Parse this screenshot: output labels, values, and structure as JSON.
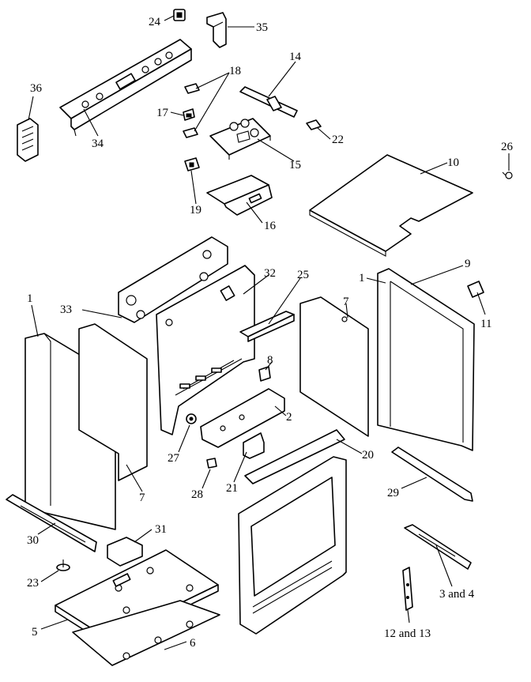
{
  "diagram": {
    "callouts": [
      {
        "id": "c1a",
        "label": "1"
      },
      {
        "id": "c1b",
        "label": "1"
      },
      {
        "id": "c2",
        "label": "2"
      },
      {
        "id": "c3",
        "label": "3 and 4"
      },
      {
        "id": "c5",
        "label": "5"
      },
      {
        "id": "c6",
        "label": "6"
      },
      {
        "id": "c7a",
        "label": "7"
      },
      {
        "id": "c7b",
        "label": "7"
      },
      {
        "id": "c8",
        "label": "8"
      },
      {
        "id": "c9",
        "label": "9"
      },
      {
        "id": "c10",
        "label": "10"
      },
      {
        "id": "c11",
        "label": "11"
      },
      {
        "id": "c12",
        "label": "12 and 13"
      },
      {
        "id": "c14",
        "label": "14"
      },
      {
        "id": "c15",
        "label": "15"
      },
      {
        "id": "c16",
        "label": "16"
      },
      {
        "id": "c17",
        "label": "17"
      },
      {
        "id": "c18",
        "label": "18"
      },
      {
        "id": "c19",
        "label": "19"
      },
      {
        "id": "c20",
        "label": "20"
      },
      {
        "id": "c21",
        "label": "21"
      },
      {
        "id": "c22",
        "label": "22"
      },
      {
        "id": "c23",
        "label": "23"
      },
      {
        "id": "c24",
        "label": "24"
      },
      {
        "id": "c25",
        "label": "25"
      },
      {
        "id": "c26",
        "label": "26"
      },
      {
        "id": "c27",
        "label": "27"
      },
      {
        "id": "c28",
        "label": "28"
      },
      {
        "id": "c29",
        "label": "29"
      },
      {
        "id": "c30",
        "label": "30"
      },
      {
        "id": "c31",
        "label": "31"
      },
      {
        "id": "c32",
        "label": "32"
      },
      {
        "id": "c33",
        "label": "33"
      },
      {
        "id": "c34",
        "label": "34"
      },
      {
        "id": "c35",
        "label": "35"
      },
      {
        "id": "c36",
        "label": "36"
      }
    ]
  }
}
